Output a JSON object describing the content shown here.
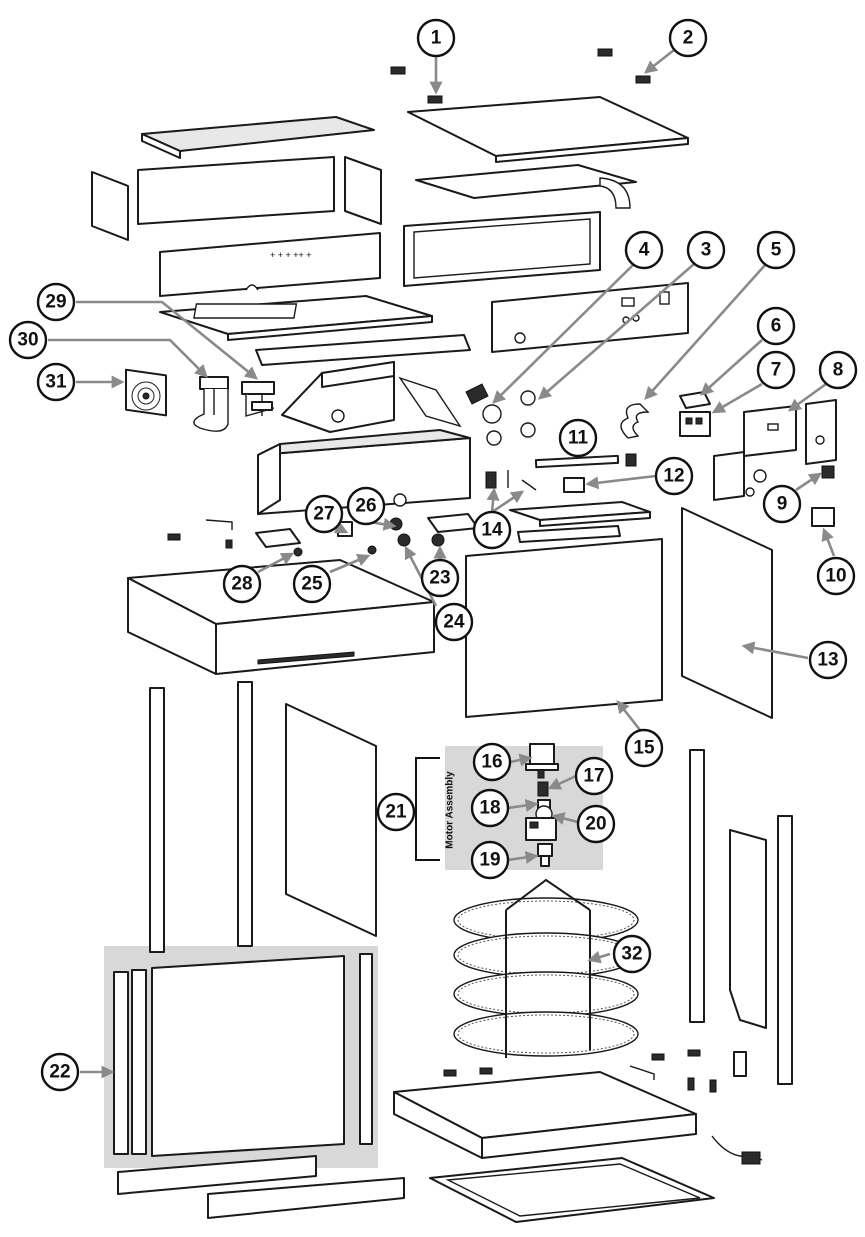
{
  "callouts": [
    "1",
    "2",
    "3",
    "4",
    "5",
    "6",
    "7",
    "8",
    "9",
    "10",
    "11",
    "12",
    "13",
    "14",
    "15",
    "16",
    "17",
    "18",
    "19",
    "20",
    "21",
    "22",
    "23",
    "24",
    "25",
    "26",
    "27",
    "28",
    "29",
    "30",
    "31",
    "32"
  ],
  "assembly": {
    "label": "Motor Assembly",
    "callout": "21"
  },
  "colors": {
    "leader": "#8a8a8a",
    "shade": "#d8d8d8",
    "line": "#1a1a1a"
  }
}
